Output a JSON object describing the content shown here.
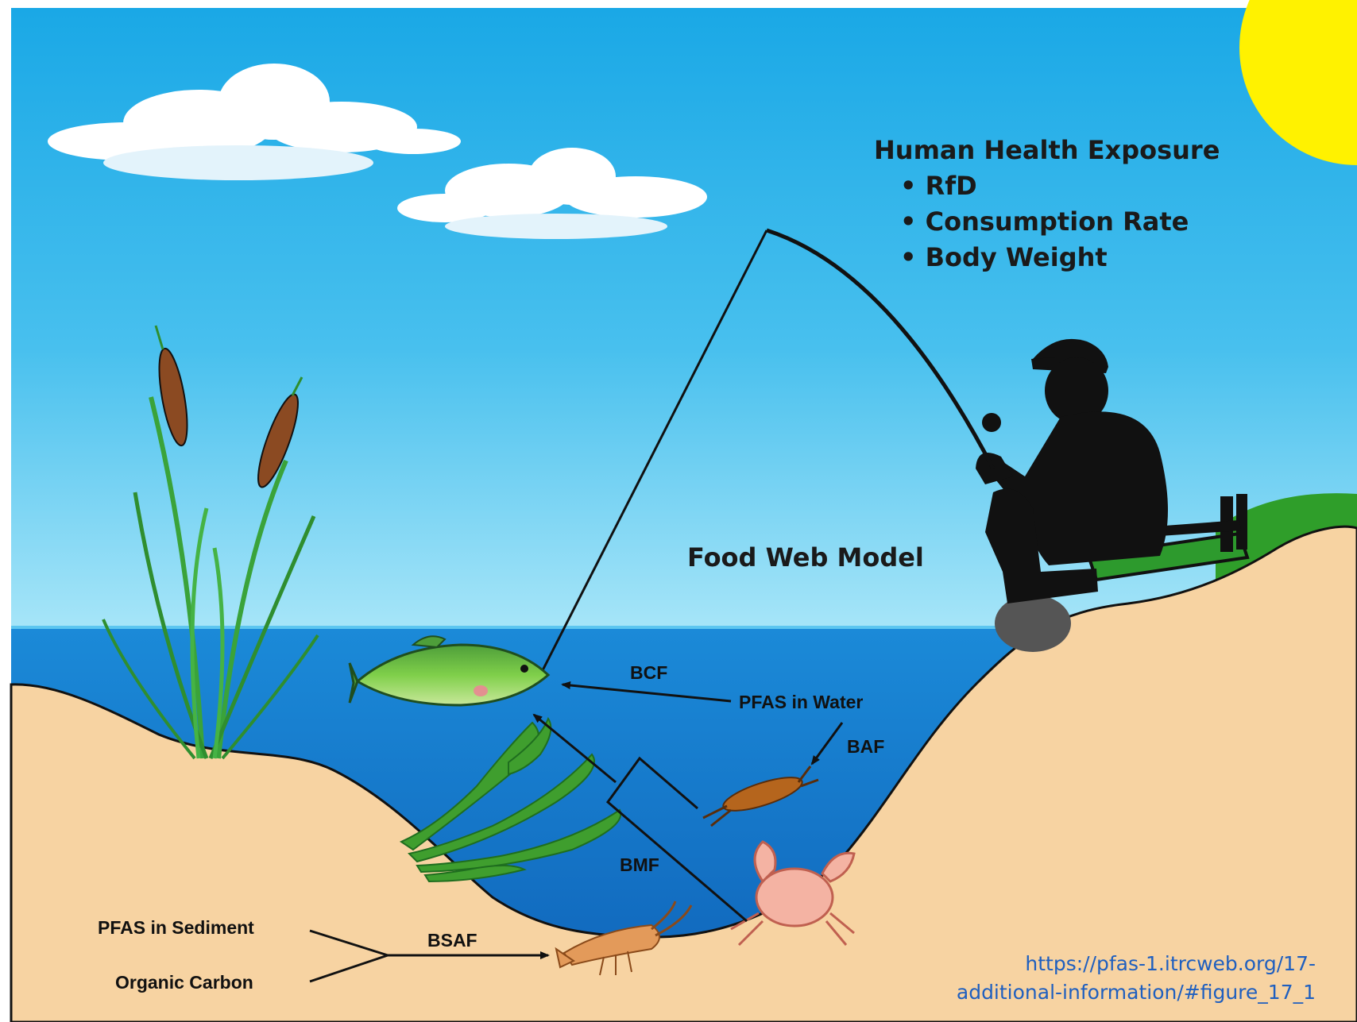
{
  "title": "Human Health Exposure",
  "exposure_items": [
    "RfD",
    "Consumption Rate",
    "Body Weight"
  ],
  "model_label": "Food Web Model",
  "labels": {
    "bcf": "BCF",
    "pfas_water": "PFAS in Water",
    "baf": "BAF",
    "bmf": "BMF",
    "bsaf": "BSAF",
    "pfas_sediment": "PFAS in Sediment",
    "organic_carbon": "Organic Carbon"
  },
  "source": {
    "line1": "https://pfas-1.itrcweb.org/17-",
    "line2": "additional-information/#figure_17_1"
  },
  "colors": {
    "sky_top": "#1aa8e6",
    "sky_bottom": "#9fe3f8",
    "water": "#1677c9",
    "sand": "#f7d3a2",
    "sun": "#fff200",
    "text": "#1a1a1a",
    "link": "#1f5fbf"
  }
}
